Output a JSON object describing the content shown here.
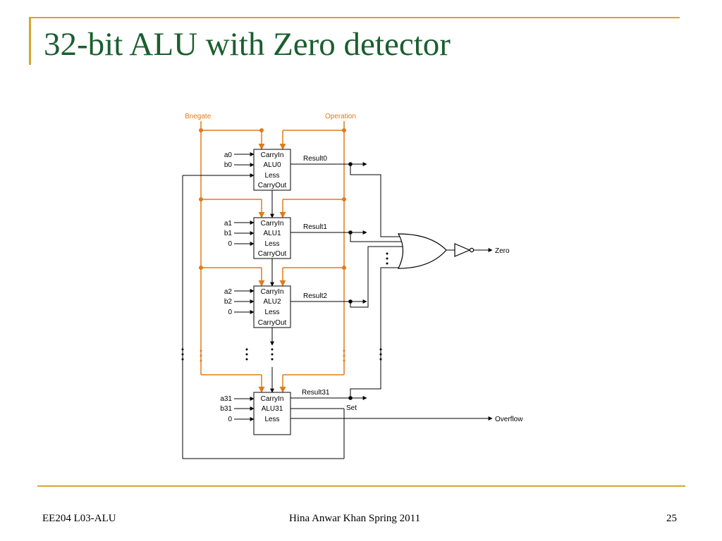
{
  "slide": {
    "title": "32-bit ALU with Zero detector",
    "footer_left": "EE204 L03-ALU",
    "footer_center": "Hina Anwar Khan Spring 2011",
    "page_number": "25"
  },
  "diagram": {
    "colors": {
      "control": "#e07b1a",
      "wire": "#000000",
      "title": "#1b5e2f",
      "rule": "#d4a62a"
    },
    "control_labels": {
      "bnegate": "Bnegate",
      "operation": "Operation"
    },
    "alus": [
      {
        "name": "ALU0",
        "carry_in": "CarryIn",
        "less": "Less",
        "carry_out": "CarryOut",
        "inputs": [
          "a0",
          "b0"
        ],
        "result": "Result0"
      },
      {
        "name": "ALU1",
        "carry_in": "CarryIn",
        "less": "Less",
        "carry_out": "CarryOut",
        "inputs": [
          "a1",
          "b1",
          "0"
        ],
        "result": "Result1"
      },
      {
        "name": "ALU2",
        "carry_in": "CarryIn",
        "less": "Less",
        "carry_out": "CarryOut",
        "inputs": [
          "a2",
          "b2",
          "0"
        ],
        "result": "Result2"
      },
      {
        "name": "ALU31",
        "carry_in": "CarryIn",
        "less": "Less",
        "inputs": [
          "a31",
          "b31",
          "0"
        ],
        "result": "Result31"
      }
    ],
    "outputs": {
      "set": "Set",
      "overflow": "Overflow",
      "zero": "Zero"
    }
  }
}
